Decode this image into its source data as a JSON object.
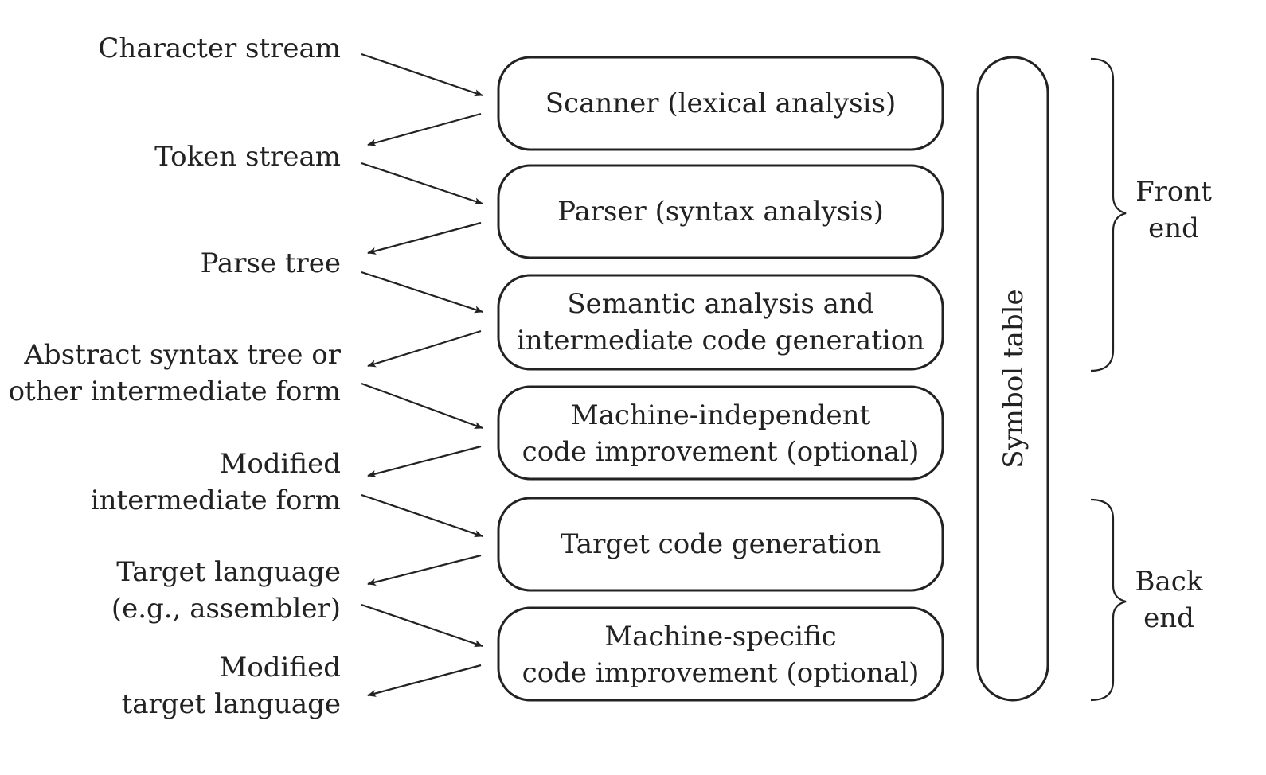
{
  "phases": [
    {
      "lines": [
        "Scanner (lexical analysis)"
      ]
    },
    {
      "lines": [
        "Parser (syntax analysis)"
      ]
    },
    {
      "lines": [
        "Semantic analysis and",
        "intermediate code generation"
      ]
    },
    {
      "lines": [
        "Machine-independent",
        "code improvement (optional)"
      ]
    },
    {
      "lines": [
        "Target code generation"
      ]
    },
    {
      "lines": [
        "Machine-specific",
        "code improvement (optional)"
      ]
    }
  ],
  "artifacts": [
    {
      "lines": [
        "Character stream"
      ]
    },
    {
      "lines": [
        "Token stream"
      ]
    },
    {
      "lines": [
        "Parse tree"
      ]
    },
    {
      "lines": [
        "Abstract syntax tree or",
        "other intermediate form"
      ]
    },
    {
      "lines": [
        "Modified",
        "intermediate form"
      ]
    },
    {
      "lines": [
        "Target language",
        "(e.g., assembler)"
      ]
    },
    {
      "lines": [
        "Modified",
        "target language"
      ]
    }
  ],
  "symbol_table": {
    "label": "Symbol table"
  },
  "groups": [
    {
      "lines": [
        "Front",
        "end"
      ]
    },
    {
      "lines": [
        "Back",
        "end"
      ]
    }
  ],
  "colors": {
    "stroke": "#222222",
    "background": "#ffffff"
  }
}
